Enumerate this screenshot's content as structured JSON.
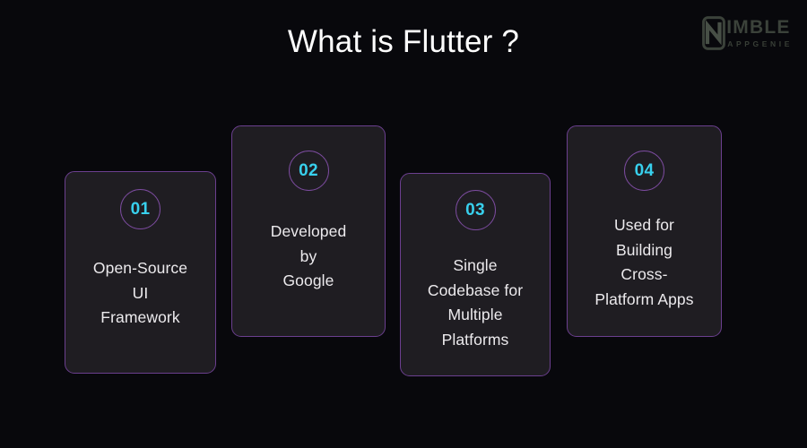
{
  "slide": {
    "title": "What is Flutter ?",
    "background_color": "#08080c"
  },
  "logo": {
    "mark_icon": "nimble-phone-n-icon",
    "name": "IMBLE",
    "tagline": "APPGENIE",
    "color": "#3d443c"
  },
  "theme": {
    "card_background": "#1f1d22",
    "card_border": "#6b3f8f",
    "badge_border": "#7b4b9e",
    "badge_number_color": "#38d0ed",
    "card_text_color": "#eceaed",
    "title_color": "#fdfdfd"
  },
  "cards": [
    {
      "number": "01",
      "lines": [
        "Open-Source",
        "UI",
        "Framework"
      ],
      "text": "Open-Source UI Framework"
    },
    {
      "number": "02",
      "lines": [
        "Developed",
        "by",
        "Google"
      ],
      "text": "Developed by Google"
    },
    {
      "number": "03",
      "lines": [
        "Single",
        "Codebase for",
        "Multiple",
        "Platforms"
      ],
      "text": "Single Codebase for Multiple Platforms"
    },
    {
      "number": "04",
      "lines": [
        "Used for",
        "Building",
        "Cross-",
        "Platform Apps"
      ],
      "text": "Used for Building Cross-Platform Apps"
    }
  ]
}
